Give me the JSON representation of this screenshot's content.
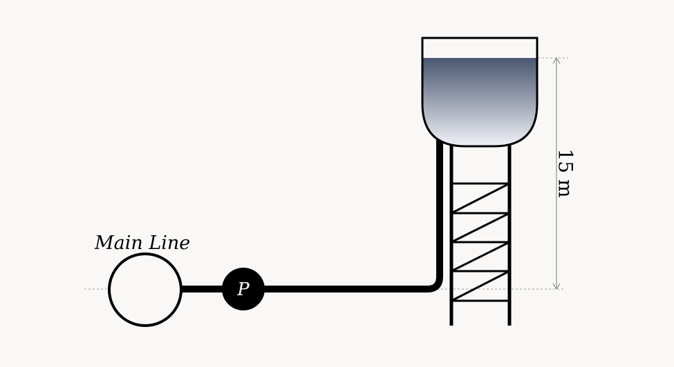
{
  "labels": {
    "main_line": "Main Line",
    "pump": "P",
    "height": "15 m"
  },
  "colors": {
    "background": "#f9f8f6",
    "water_top": "#4a5670",
    "water_bottom": "#f2f4f8",
    "stroke": "#000000",
    "guide_line": "#a0a0a0"
  }
}
